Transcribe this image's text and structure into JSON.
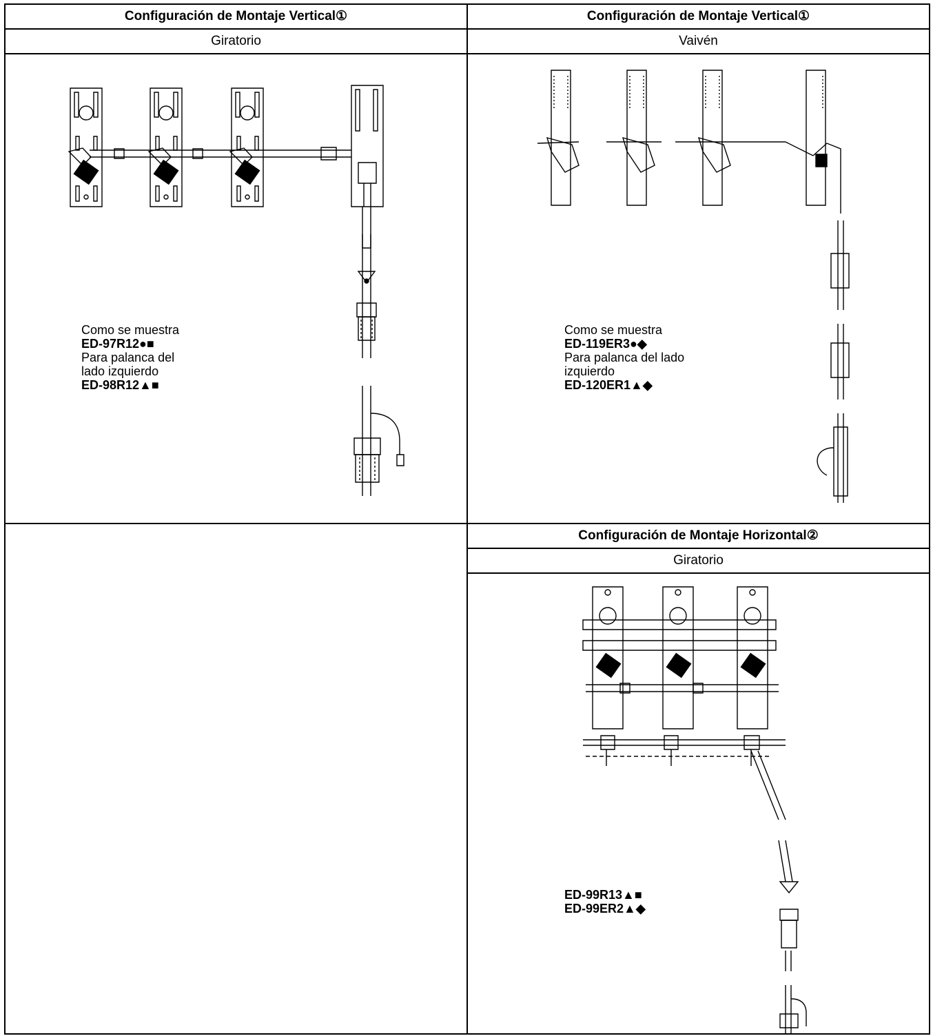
{
  "left_top": {
    "header": "Configuración de Montaje Vertical①",
    "subheader": "Giratorio",
    "caption": {
      "line1": "Como se muestra",
      "code1": "ED-97R12●■",
      "line2": "Para palanca del",
      "line3": "lado izquierdo",
      "code2": "ED-98R12▲■"
    }
  },
  "right_top": {
    "header": "Configuración de Montaje Vertical①",
    "subheader": "Vaivén",
    "caption": {
      "line1": "Como se muestra",
      "code1": "ED-119ER3●◆",
      "line2": "Para palanca del lado",
      "line3": "izquierdo",
      "code2": "ED-120ER1▲◆"
    }
  },
  "right_bottom": {
    "header": "Configuración de Montaje Horizontal②",
    "subheader": "Giratorio",
    "caption": {
      "code1": "ED-99R13▲■",
      "code2": "ED-99ER2▲◆"
    }
  },
  "colors": {
    "line": "#000000",
    "background": "#ffffff"
  }
}
